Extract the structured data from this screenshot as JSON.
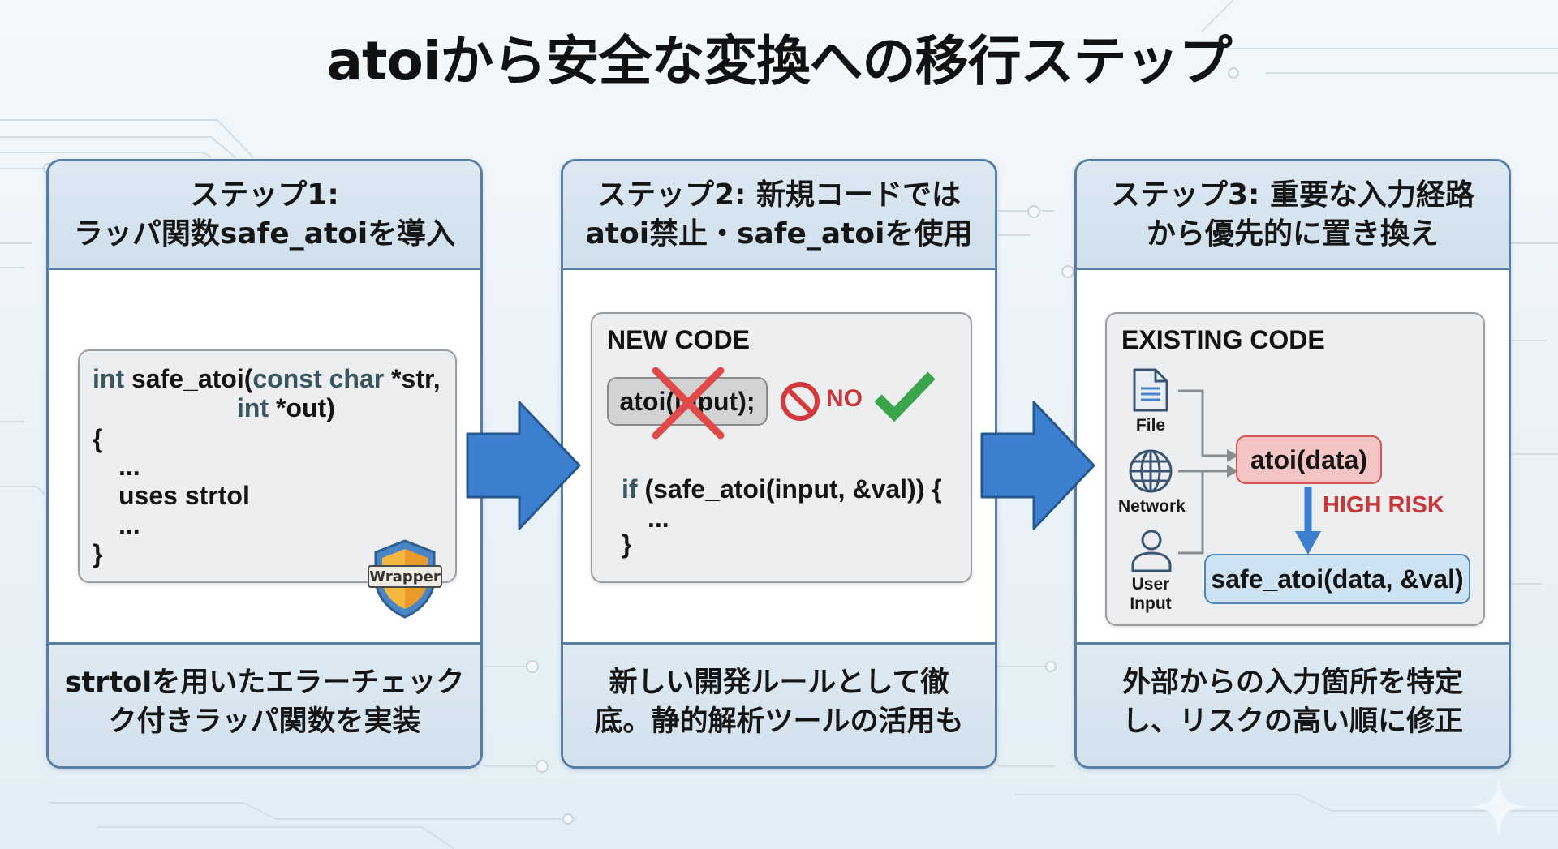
{
  "title": "atoiから安全な変換への移行ステップ",
  "steps": [
    {
      "heading_line1": "ステップ1:",
      "heading_line2": "ラッパ関数safe_atoiを導入",
      "code": {
        "line1_kw": "int",
        "line1_fn": " safe_atoi(",
        "line1_kw2": "const char",
        "line1_rest": " *str,",
        "line2_kw": "int",
        "line2_rest": " *out)",
        "line3": "{",
        "line4": "...",
        "line5": "uses strtol",
        "line6": "...",
        "line7": "}"
      },
      "badge": "Wrapper",
      "footer_line1": "strtolを用いたエラーチェック",
      "footer_line2": "ク付きラッパ関数を実装"
    },
    {
      "heading_line1": "ステップ2: 新規コードでは",
      "heading_line2": "atoi禁止・safe_atoiを使用",
      "box_label": "NEW CODE",
      "banned_code": "atoi(input);",
      "no_label": "NO",
      "code": {
        "line1_kw": "if",
        "line1_rest": " (safe_atoi(input, &val)) {",
        "line2": "...",
        "line3": "}"
      },
      "footer_line1": "新しい開発ルールとして徹",
      "footer_line2": "底。静的解析ツールの活用も"
    },
    {
      "heading_line1": "ステップ3: 重要な入力経路",
      "heading_line2": "から優先的に置き換え",
      "box_label": "EXISTING CODE",
      "sources": [
        {
          "icon": "file-icon",
          "label": "File"
        },
        {
          "icon": "globe-icon",
          "label": "Network"
        },
        {
          "icon": "user-icon",
          "label_line1": "User",
          "label_line2": "Input"
        }
      ],
      "risky_call": "atoi(data)",
      "risk_label": "HIGH RISK",
      "safe_call": "safe_atoi(data, &val)",
      "footer_line1": "外部からの入力箇所を特定",
      "footer_line2": "し、リスクの高い順に修正"
    }
  ],
  "colors": {
    "panel_border": "#5a7ea3",
    "arrow_blue": "#3d7fcf",
    "risk_red": "#c9373a",
    "check_green": "#3aa54a",
    "safe_blue_fill": "#cde3f4",
    "risky_red_fill": "#f5c4c4"
  }
}
